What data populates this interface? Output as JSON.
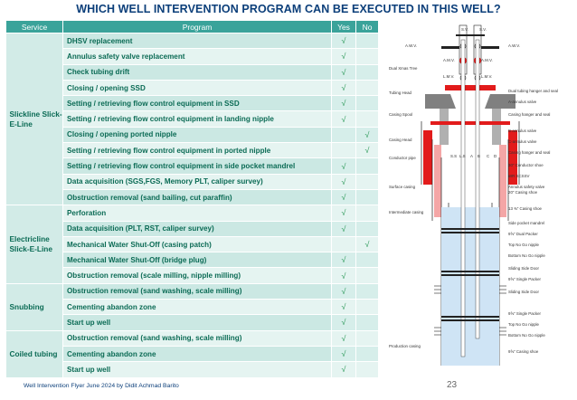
{
  "title": "WHICH WELL INTERVENTION PROGRAM CAN BE EXECUTED IN THIS WELL?",
  "table": {
    "headers": {
      "service": "Service",
      "program": "Program",
      "yes": "Yes",
      "no": "No"
    },
    "check_mark": "√",
    "groups": [
      {
        "service": "Slickline Slick-E-Line",
        "rows": [
          {
            "program": "DHSV replacement",
            "yes": true,
            "no": false
          },
          {
            "program": "Annulus safety valve replacement",
            "yes": true,
            "no": false
          },
          {
            "program": "Check tubing drift",
            "yes": true,
            "no": false
          },
          {
            "program": "Closing / opening SSD",
            "yes": true,
            "no": false
          },
          {
            "program": "Setting / retrieving flow control equipment in SSD",
            "yes": true,
            "no": false
          },
          {
            "program": "Setting / retrieving flow control equipment in landing nipple",
            "yes": true,
            "no": false
          },
          {
            "program": "Closing / opening ported nipple",
            "yes": false,
            "no": true
          },
          {
            "program": "Setting / retrieving flow control equipment in ported nipple",
            "yes": false,
            "no": true
          },
          {
            "program": "Setting / retrieving flow control equipment in side pocket mandrel",
            "yes": true,
            "no": false
          },
          {
            "program": "Data acquisition (SGS,FGS, Memory PLT, caliper survey)",
            "yes": true,
            "no": false
          },
          {
            "program": "Obstruction removal (sand bailing, cut paraffin)",
            "yes": true,
            "no": false
          }
        ]
      },
      {
        "service": "Electricline Slick-E-Line",
        "rows": [
          {
            "program": "Perforation",
            "yes": true,
            "no": false
          },
          {
            "program": "Data acquisition (PLT, RST, caliper survey)",
            "yes": true,
            "no": false
          },
          {
            "program": "Mechanical Water Shut-Off (casing patch)",
            "yes": false,
            "no": true
          },
          {
            "program": "Mechanical Water Shut-Off (bridge plug)",
            "yes": true,
            "no": false
          },
          {
            "program": "Obstruction removal (scale milling, nipple milling)",
            "yes": true,
            "no": false
          }
        ]
      },
      {
        "service": "Snubbing",
        "rows": [
          {
            "program": "Obstruction removal (sand washing, scale milling)",
            "yes": true,
            "no": false
          },
          {
            "program": "Cementing abandon zone",
            "yes": true,
            "no": false
          },
          {
            "program": "Start up well",
            "yes": true,
            "no": false
          }
        ]
      },
      {
        "service": "Coiled tubing",
        "rows": [
          {
            "program": "Obstruction removal (sand washing, scale milling)",
            "yes": true,
            "no": false
          },
          {
            "program": "Cementing abandon zone",
            "yes": true,
            "no": false
          },
          {
            "program": "Start up well",
            "yes": true,
            "no": false
          }
        ]
      }
    ]
  },
  "diagram": {
    "left_labels": [
      "Dual Xmas Tree",
      "Tubing Head",
      "Casing Spool",
      "Casing Head",
      "Conductor pipe",
      "Surface casing",
      "Intermediate casing",
      "Production casing"
    ],
    "right_labels": [
      "Dual tubing hanger and seal",
      "A-annulus valve",
      "Casing hanger and seal",
      "B-annulus valve",
      "C-annulus valve",
      "Casing hanger and seal",
      "30\" Conductor shoe",
      "WR SCSSV",
      "Annulus safety valve",
      "20\" Casing shoe",
      "13 ⅜\" Casing shoe",
      "Side pocket mandrel",
      "9⅝\" Dual Packer",
      "Top No Go nipple",
      "Bottom No Go nipple",
      "Sliding Side Door",
      "9⅝\" Single Packer",
      "Sliding Side Door",
      "9⅝\" Single Packer",
      "Top No Go nipple",
      "Bottom No Go nipple",
      "9⅝\" Casing shoe"
    ],
    "valve_labels": [
      "S.V.",
      "S.V.",
      "A.W.V.",
      "A.W.V.",
      "A.M.V.",
      "A.M.V.",
      "L.M.V.",
      "L.M.V.",
      "S.S",
      "L.S",
      "A",
      "B",
      "C",
      "D"
    ]
  },
  "footer": {
    "text": "Well Intervention Flyer June 2024 by Didit Achmad Barito",
    "page": "23"
  },
  "colors": {
    "title": "#0c3f7a",
    "header": "#3aa39a",
    "text": "#0b6b55",
    "check": "#2e9a5a"
  }
}
